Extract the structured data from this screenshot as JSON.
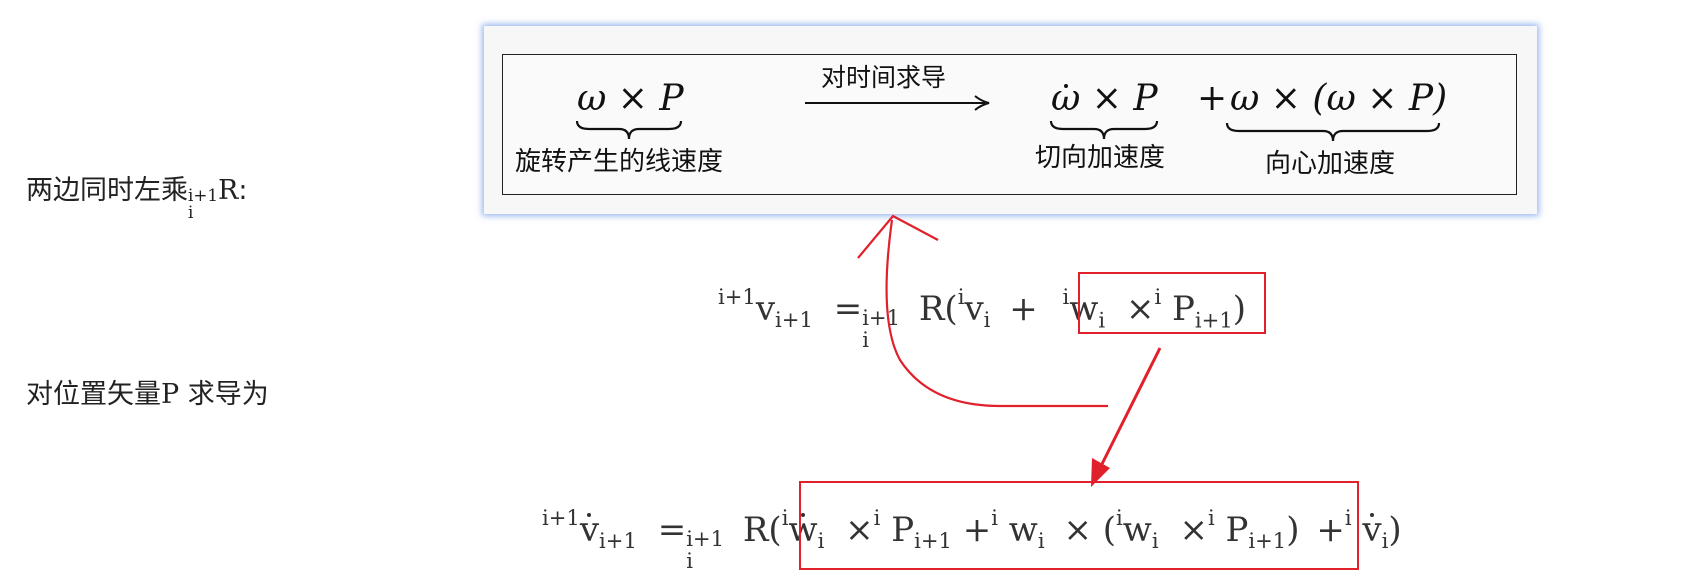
{
  "left_text": {
    "line1_prefix": "两边同时左乘",
    "line1_R_sup": "i+1",
    "line1_R_sub": "i",
    "line1_R": "R",
    "line1_colon": ":",
    "line2_prefix": "对位置矢量",
    "line2_P": "P",
    "line2_suffix": " 求导为"
  },
  "figure": {
    "term_left": "ω × P",
    "label_left": "旋转产生的线速度",
    "arrow_label": "对时间求导",
    "term_mid": "ω × P",
    "label_mid": "切向加速度",
    "plus": "+",
    "term_right": "ω × (ω × P)",
    "label_right": "向心加速度"
  },
  "equation1": {
    "lhs_sup": "i+1",
    "lhs_base": "v",
    "lhs_sub": "i+1",
    "equals": "=",
    "r_sup": "i+1",
    "r_sub": "i",
    "r_base": "R(",
    "v_sup": "i",
    "v_base": "v",
    "v_sub": "i",
    "plus": "+",
    "w_sup": "i",
    "w_base": "w",
    "w_sub": "i",
    "times": "×",
    "p_sup": "i",
    "p_base": "P",
    "p_sub": "i+1",
    "close": ")"
  },
  "equation2": {
    "lhs_sup": "i+1",
    "lhs_base": "v",
    "lhs_sub": "i+1",
    "equals": "=",
    "r_sup": "i+1",
    "r_sub": "i",
    "r_base": "R(",
    "wd_sup": "i",
    "wd_base": "w",
    "wd_sub": "i",
    "times1": "×",
    "p1_sup": "i",
    "p1_base": "P",
    "p1_sub": "i+1",
    "plus1": "+",
    "w1_sup": "i",
    "w1_base": "w",
    "w1_sub": "i",
    "times2": "×",
    "paren_open": "(",
    "w2_sup": "i",
    "w2_base": "w",
    "w2_sub": "i",
    "times3": "×",
    "p2_sup": "i",
    "p2_base": "P",
    "p2_sub": "i+1",
    "paren_close": ")",
    "plus2": "+",
    "vd_sup": "i",
    "vd_base": "v",
    "vd_sub": "i",
    "close": ")"
  },
  "colors": {
    "annotation_red": "#e0202a",
    "figure_glow": "#78a0eb",
    "text": "#222222"
  }
}
